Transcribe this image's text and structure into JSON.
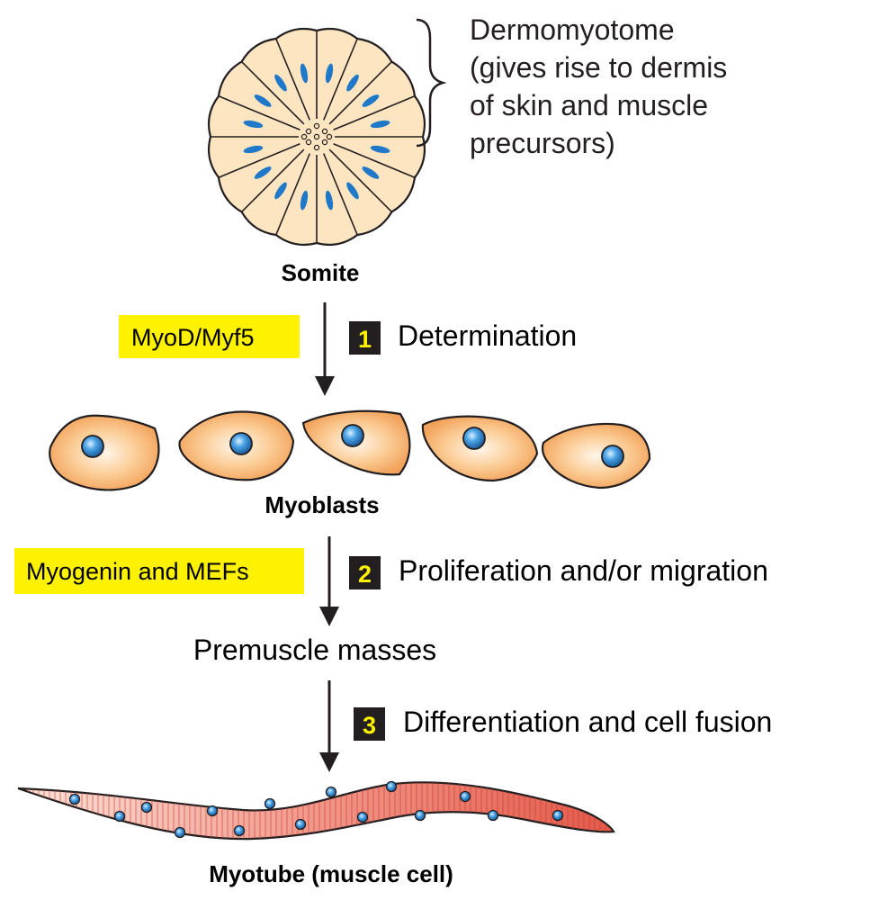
{
  "dermomyotome": {
    "lines": [
      "Dermomyotome",
      "(gives rise to dermis",
      "of skin and muscle",
      "precursors)"
    ]
  },
  "labels": {
    "somite": "Somite",
    "myoblasts": "Myoblasts",
    "premuscle": "Premuscle masses",
    "myotube": "Myotube (muscle cell)"
  },
  "factors": {
    "step1": "MyoD/Myf5",
    "step2": "Myogenin and MEFs"
  },
  "steps": [
    {
      "number": "1",
      "label": "Determination"
    },
    {
      "number": "2",
      "label": "Proliferation and/or migration"
    },
    {
      "number": "3",
      "label": "Differentiation and cell fusion"
    }
  ],
  "colors": {
    "factor_highlight": "#fff200",
    "step_box": "#231f20",
    "step_number": "#fff200",
    "somite_fill": "#fce5c0",
    "myoblast_fill": "#f6b26b",
    "myotube_fill": "#e8695a",
    "nucleus": "#3a8fd6"
  }
}
